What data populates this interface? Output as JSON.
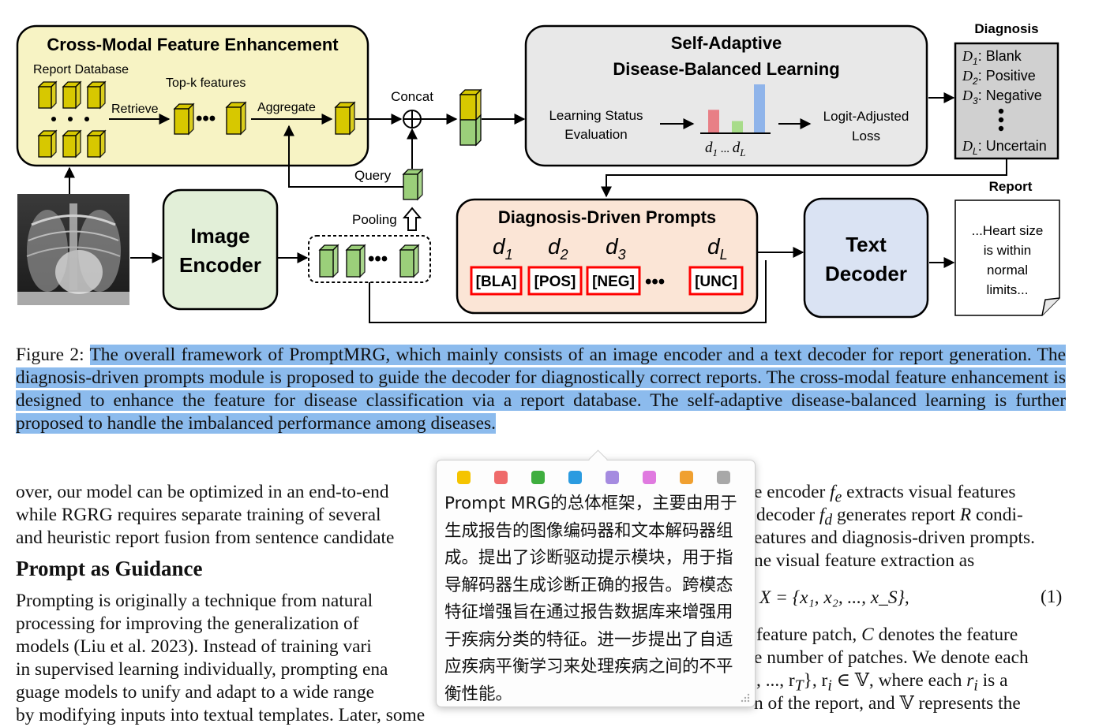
{
  "figure": {
    "cross_modal_title": "Cross-Modal Feature Enhancement",
    "report_database": "Report Database",
    "topk_features": "Top-k features",
    "retrieve": "Retrieve",
    "aggregate": "Aggregate",
    "concat": "Concat",
    "query": "Query",
    "pooling": "Pooling",
    "image_encoder_line1": "Image",
    "image_encoder_line2": "Encoder",
    "self_adaptive_line1": "Self-Adaptive",
    "self_adaptive_line2": "Disease-Balanced Learning",
    "learning_status_line1": "Learning Status",
    "learning_status_line2": "Evaluation",
    "logit_line1": "Logit-Adjusted",
    "logit_line2": "Loss",
    "bar_axis_first": "d",
    "bar_axis_first_sub": "1",
    "bar_axis_mid": " ... ",
    "bar_axis_last": "d",
    "bar_axis_last_sub": "L",
    "diagnosis_title": "Diagnosis",
    "diagnosis_items": [
      {
        "sym": "D",
        "sub": "1",
        "text": ": Blank"
      },
      {
        "sym": "D",
        "sub": "2",
        "text": ": Positive"
      },
      {
        "sym": "D",
        "sub": "3",
        "text": ": Negative"
      },
      {
        "sym": "D",
        "sub": "L",
        "text": ": Uncertain"
      }
    ],
    "ddp_title": "Diagnosis-Driven Prompts",
    "prompts": [
      {
        "sym": "d",
        "sub": "1",
        "token": "[BLA]"
      },
      {
        "sym": "d",
        "sub": "2",
        "token": "[POS]"
      },
      {
        "sym": "d",
        "sub": "3",
        "token": "[NEG]"
      },
      {
        "sym": "d",
        "sub": "L",
        "token": "[UNC]"
      }
    ],
    "text_decoder_line1": "Text",
    "text_decoder_line2": "Decoder",
    "report_title": "Report",
    "report_lines": [
      "...Heart size",
      "is within",
      "normal",
      "limits..."
    ],
    "colors": {
      "cross_modal_fill": "#f7f3c4",
      "self_adaptive_fill": "#e8e8e8",
      "image_encoder_fill": "#e2efd8",
      "ddp_fill": "#fbe5d6",
      "text_decoder_fill": "#dae3f3",
      "diagnosis_fill": "#d0d0d0",
      "feature_yellow": "#d7c800",
      "feature_green": "#9bcf7a",
      "token_border": "#ff0000",
      "bar_red": "#e87f86",
      "bar_green": "#a8dc8a",
      "bar_blue": "#8fb4ea"
    },
    "bar_values": [
      0.48,
      0.25,
      1.0
    ]
  },
  "caption": {
    "label": "Figure 2:",
    "text": "The overall framework of PromptMRG, which mainly consists of an image encoder and a text decoder for report generation. The diagnosis-driven prompts module is proposed to guide the decoder for diagnostically correct reports. The cross-modal feature enhancement is designed to enhance the feature for disease classification via a report database. The self-adaptive disease-balanced learning is further proposed to handle the imbalanced performance among diseases."
  },
  "left_column": {
    "lines": [
      "over, our model can be optimized in an end-to-end",
      "while RGRG requires separate training of several",
      "and heuristic report fusion from sentence candidate"
    ],
    "heading": "Prompt as Guidance",
    "para2": [
      "Prompting is originally a technique from natural",
      "processing for improving the generalization of",
      "models (Liu et al. 2023). Instead of training vari",
      "in supervised learning individually, prompting ena",
      "guage models to unify and adapt to a wide range",
      "by modifying inputs into textual templates. Later, some"
    ]
  },
  "right_column": {
    "line1_pre": "e encoder ",
    "line1_sym": "f",
    "line1_sub": "e",
    "line1_post": " extracts visual features",
    "line2_pre": "decoder ",
    "line2_sym": "f",
    "line2_sub": "d",
    "line2_mid": " generates report ",
    "line2_R": "R",
    "line2_post": " condi-",
    "line3": "eatures and diagnosis-driven prompts.",
    "line4": "ne visual feature extraction as",
    "equation": "X = {x₁, x₂, ..., x_S},",
    "equation_number": "(1)",
    "line5_pre": "feature patch, ",
    "line5_C": "C",
    "line5_post": " denotes the feature",
    "line6": "e number of patches. We denote each",
    "line7_pre": ", ..., r",
    "line7_sub": "T",
    "line7_mid": "}, r",
    "line7_sub2": "i",
    "line7_post": " ∈ 𝕍, where each ",
    "line7_r": "r",
    "line7_r_sub": "i",
    "line7_end": " is a",
    "line8": "n of the report, and 𝕍 represents the"
  },
  "popup": {
    "swatch_colors": [
      "#f5c400",
      "#ef6b6b",
      "#3fae3f",
      "#2b9be0",
      "#a58be0",
      "#e07ae0",
      "#f0a030",
      "#a8a8a8"
    ],
    "translation": "Prompt MRG的总体框架，主要由用于生成报告的图像编码器和文本解码器组成。提出了诊断驱动提示模块，用于指导解码器生成诊断正确的报告。跨模态特征增强旨在通过报告数据库来增强用于疾病分类的特征。进一步提出了自适应疾病平衡学习来处理疾病之间的不平衡性能。"
  }
}
